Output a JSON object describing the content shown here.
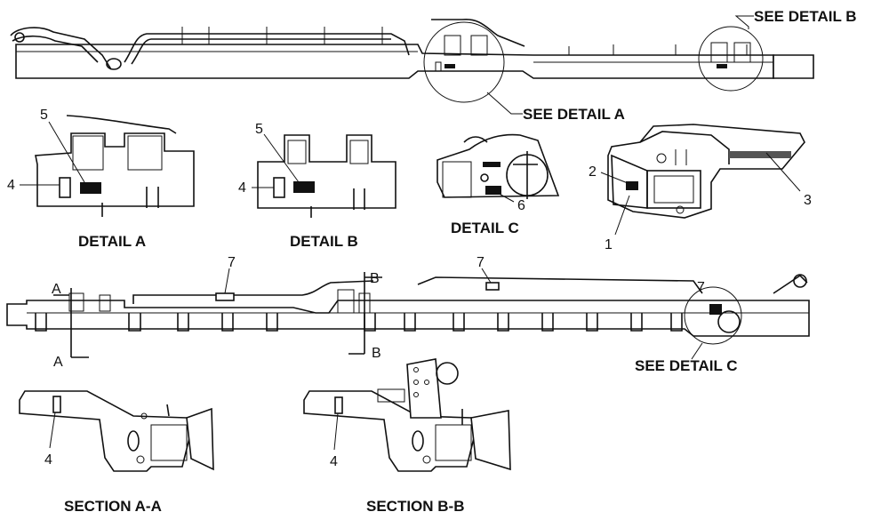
{
  "labels": {
    "see_detail_b": "SEE DETAIL  B",
    "see_detail_a": "SEE DETAIL  A",
    "see_detail_c": "SEE DETAIL  C",
    "detail_a": "DETAIL  A",
    "detail_b": "DETAIL  B",
    "detail_c": "DETAIL  C",
    "section_aa": "SECTION  A-A",
    "section_bb": "SECTION  B-B",
    "cut_a": "A",
    "cut_b": "B"
  },
  "callouts": {
    "n1": "1",
    "n2": "2",
    "n3": "3",
    "n4": "4",
    "n5": "5",
    "n6": "6",
    "n7": "7"
  }
}
